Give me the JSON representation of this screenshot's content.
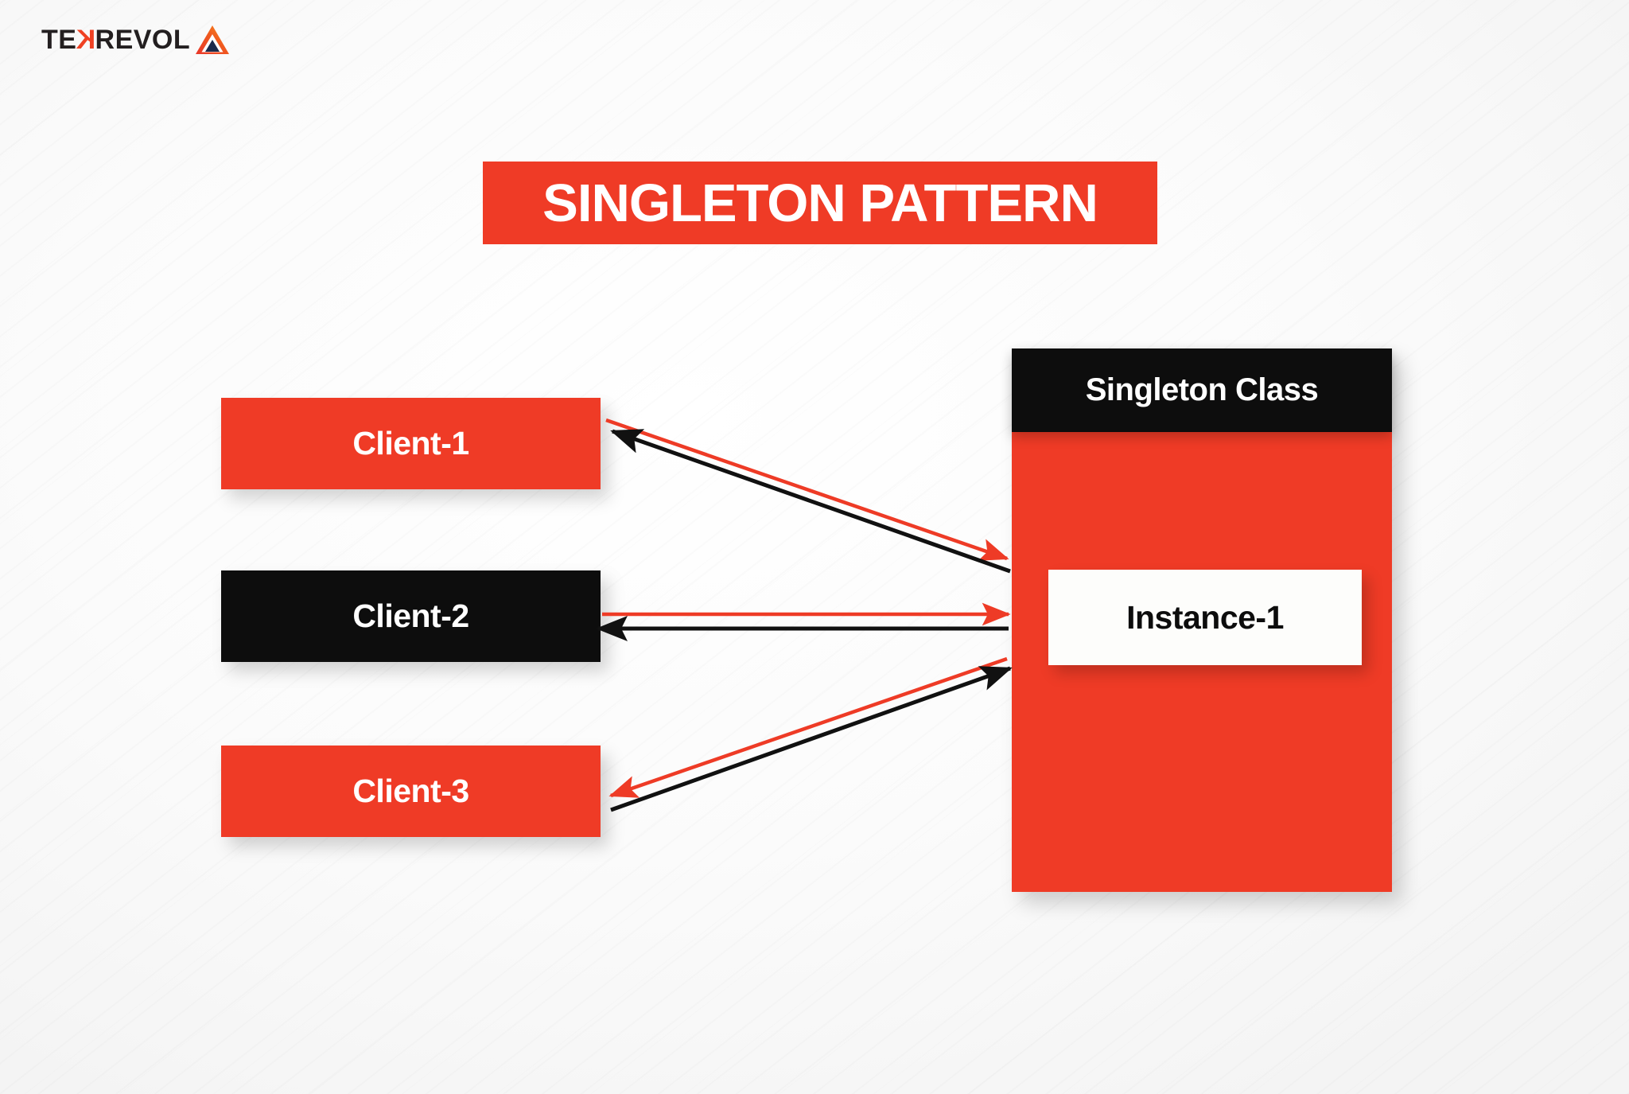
{
  "brand": {
    "logo_text_a": "TE",
    "logo_text_k": "K",
    "logo_text_b": "REVOL",
    "logo_mark_icon": "tekrevol-triangle-icon"
  },
  "title": {
    "text": "SINGLETON PATTERN"
  },
  "colors": {
    "accent_red": "#EF3B26",
    "black": "#0D0D0D",
    "white": "#FFFFFF",
    "background": "#F7F7F7",
    "arrow_red": "#EE3B26",
    "arrow_black": "#111111"
  },
  "diagram": {
    "type": "uml-ish-relationship",
    "clients": [
      {
        "label": "Client-1",
        "fill": "red",
        "text_color": "#FFFFFF"
      },
      {
        "label": "Client-2",
        "fill": "black",
        "text_color": "#FFFFFF"
      },
      {
        "label": "Client-3",
        "fill": "red",
        "text_color": "#FFFFFF"
      }
    ],
    "singleton": {
      "header_label": "Singleton Class",
      "instance_label": "Instance-1"
    },
    "connections": [
      {
        "from": "Client-1",
        "to": "Singleton Class",
        "color": "#EE3B26",
        "direction": "to-class",
        "style": "diagonal-down"
      },
      {
        "from": "Singleton Class",
        "to": "Client-1",
        "color": "#111111",
        "direction": "to-client",
        "style": "diagonal-up"
      },
      {
        "from": "Client-2",
        "to": "Singleton Class",
        "color": "#EE3B26",
        "direction": "to-class",
        "style": "horizontal"
      },
      {
        "from": "Singleton Class",
        "to": "Client-2",
        "color": "#111111",
        "direction": "to-client",
        "style": "horizontal"
      },
      {
        "from": "Singleton Class",
        "to": "Client-3",
        "color": "#EE3B26",
        "direction": "to-client",
        "style": "diagonal-down-left"
      },
      {
        "from": "Client-3",
        "to": "Singleton Class",
        "color": "#111111",
        "direction": "to-class",
        "style": "diagonal-up-right"
      }
    ]
  }
}
